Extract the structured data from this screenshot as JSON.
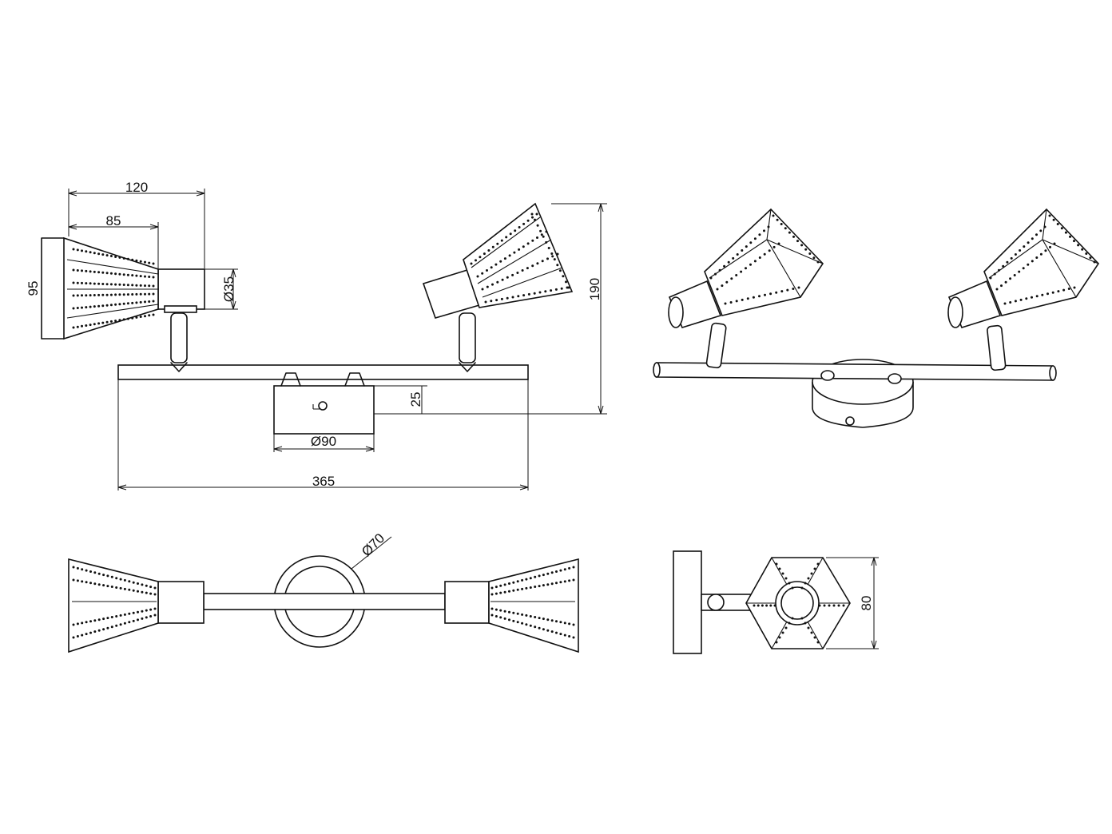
{
  "dimensions": {
    "width_top": "120",
    "width_shade": "85",
    "height_shade": "95",
    "diameter_holder": "Ø35",
    "height_total": "190",
    "base_depth": "25",
    "base_diameter": "Ø90",
    "length_total": "365",
    "rosette_diameter": "Ø70",
    "side_depth": "80"
  }
}
